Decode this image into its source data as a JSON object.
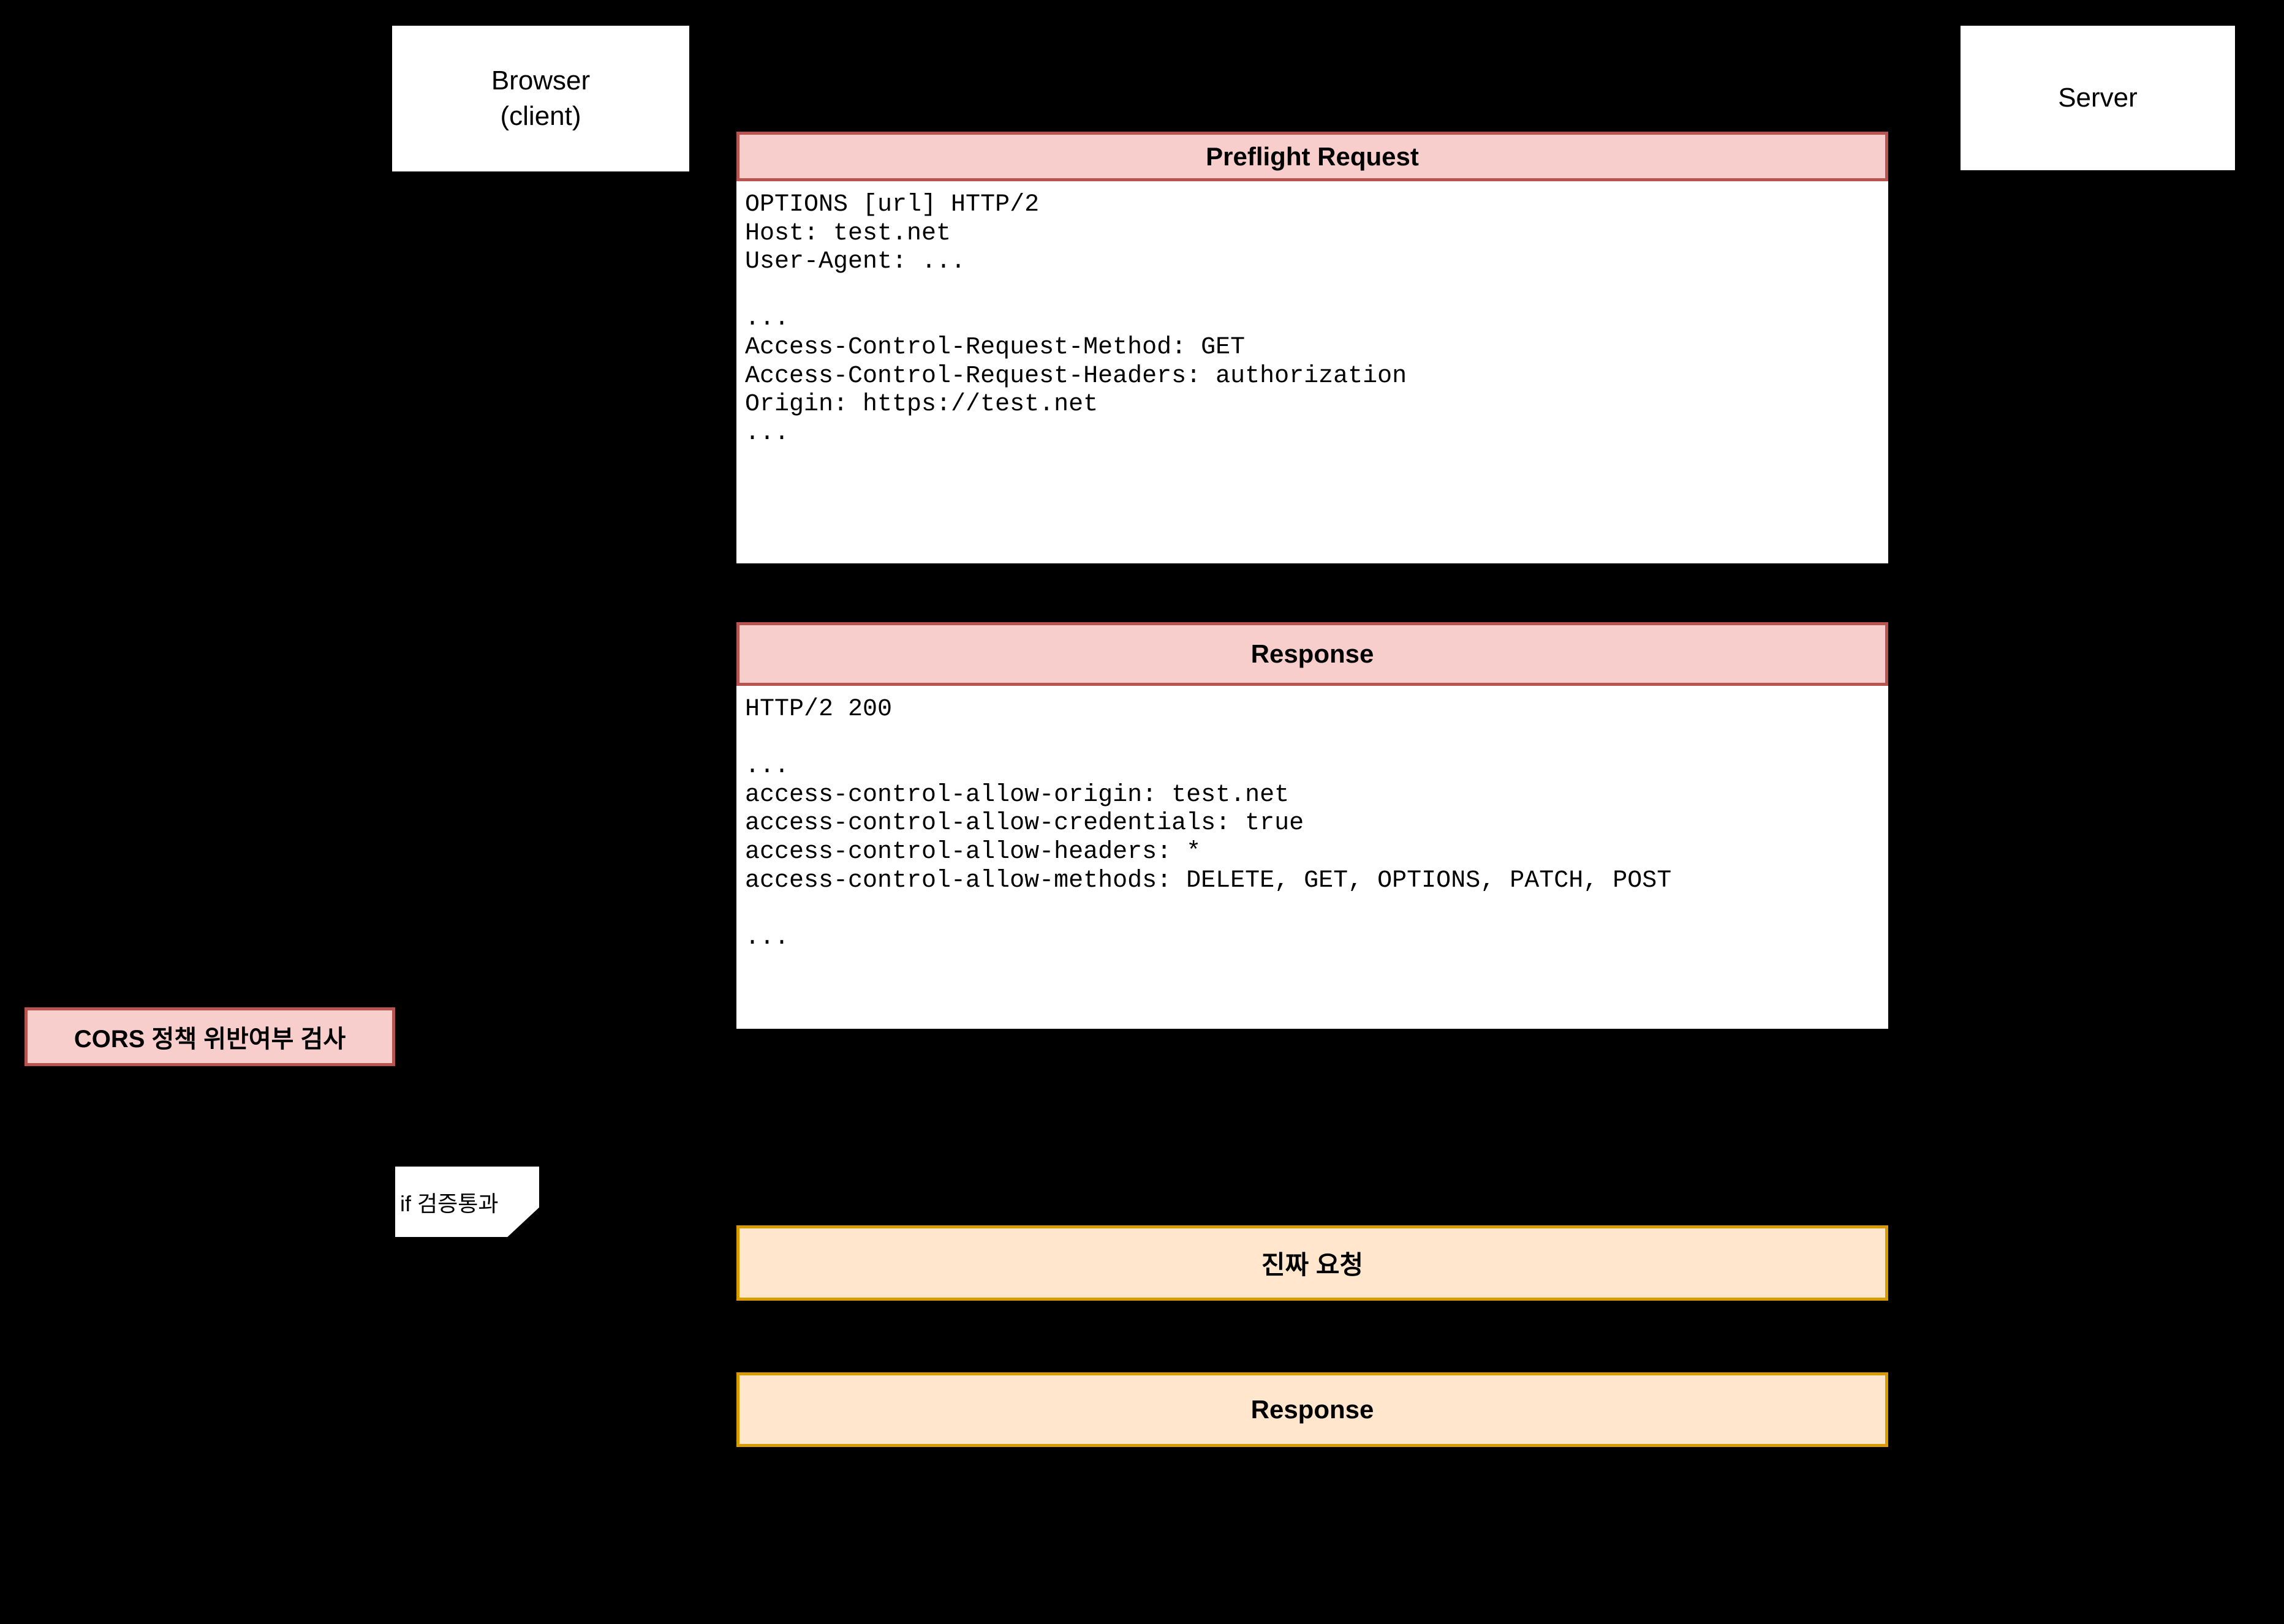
{
  "diagram": {
    "title": "CORS preflight sequence",
    "background": "#000000",
    "palette": {
      "pink_fill": "#f8cecc",
      "pink_border": "#b85450",
      "orange_fill": "#ffe6cc",
      "orange_border": "#d79b00",
      "box_fill": "#ffffff",
      "text": "#000000"
    }
  },
  "actors": {
    "client": {
      "line1": "Browser",
      "line2": "(client)"
    },
    "server": {
      "label": "Server"
    }
  },
  "messages": {
    "preflight_request": {
      "title": "Preflight Request",
      "body": "OPTIONS [url] HTTP/2\nHost: test.net\nUser-Agent: ...\n\n...\nAccess-Control-Request-Method: GET\nAccess-Control-Request-Headers: authorization\nOrigin: https://test.net\n..."
    },
    "preflight_response": {
      "title": "Response",
      "body": "HTTP/2 200\n\n...\naccess-control-allow-origin: test.net\naccess-control-allow-credentials: true\naccess-control-allow-headers: *\naccess-control-allow-methods: DELETE, GET, OPTIONS, PATCH, POST\n\n..."
    },
    "actual_request": {
      "title": "진짜 요청"
    },
    "actual_response": {
      "title": "Response"
    }
  },
  "process": {
    "cors_check": {
      "label": "CORS 정책 위반여부 검사"
    }
  },
  "note": {
    "condition": {
      "label": "if 검증통과"
    }
  }
}
